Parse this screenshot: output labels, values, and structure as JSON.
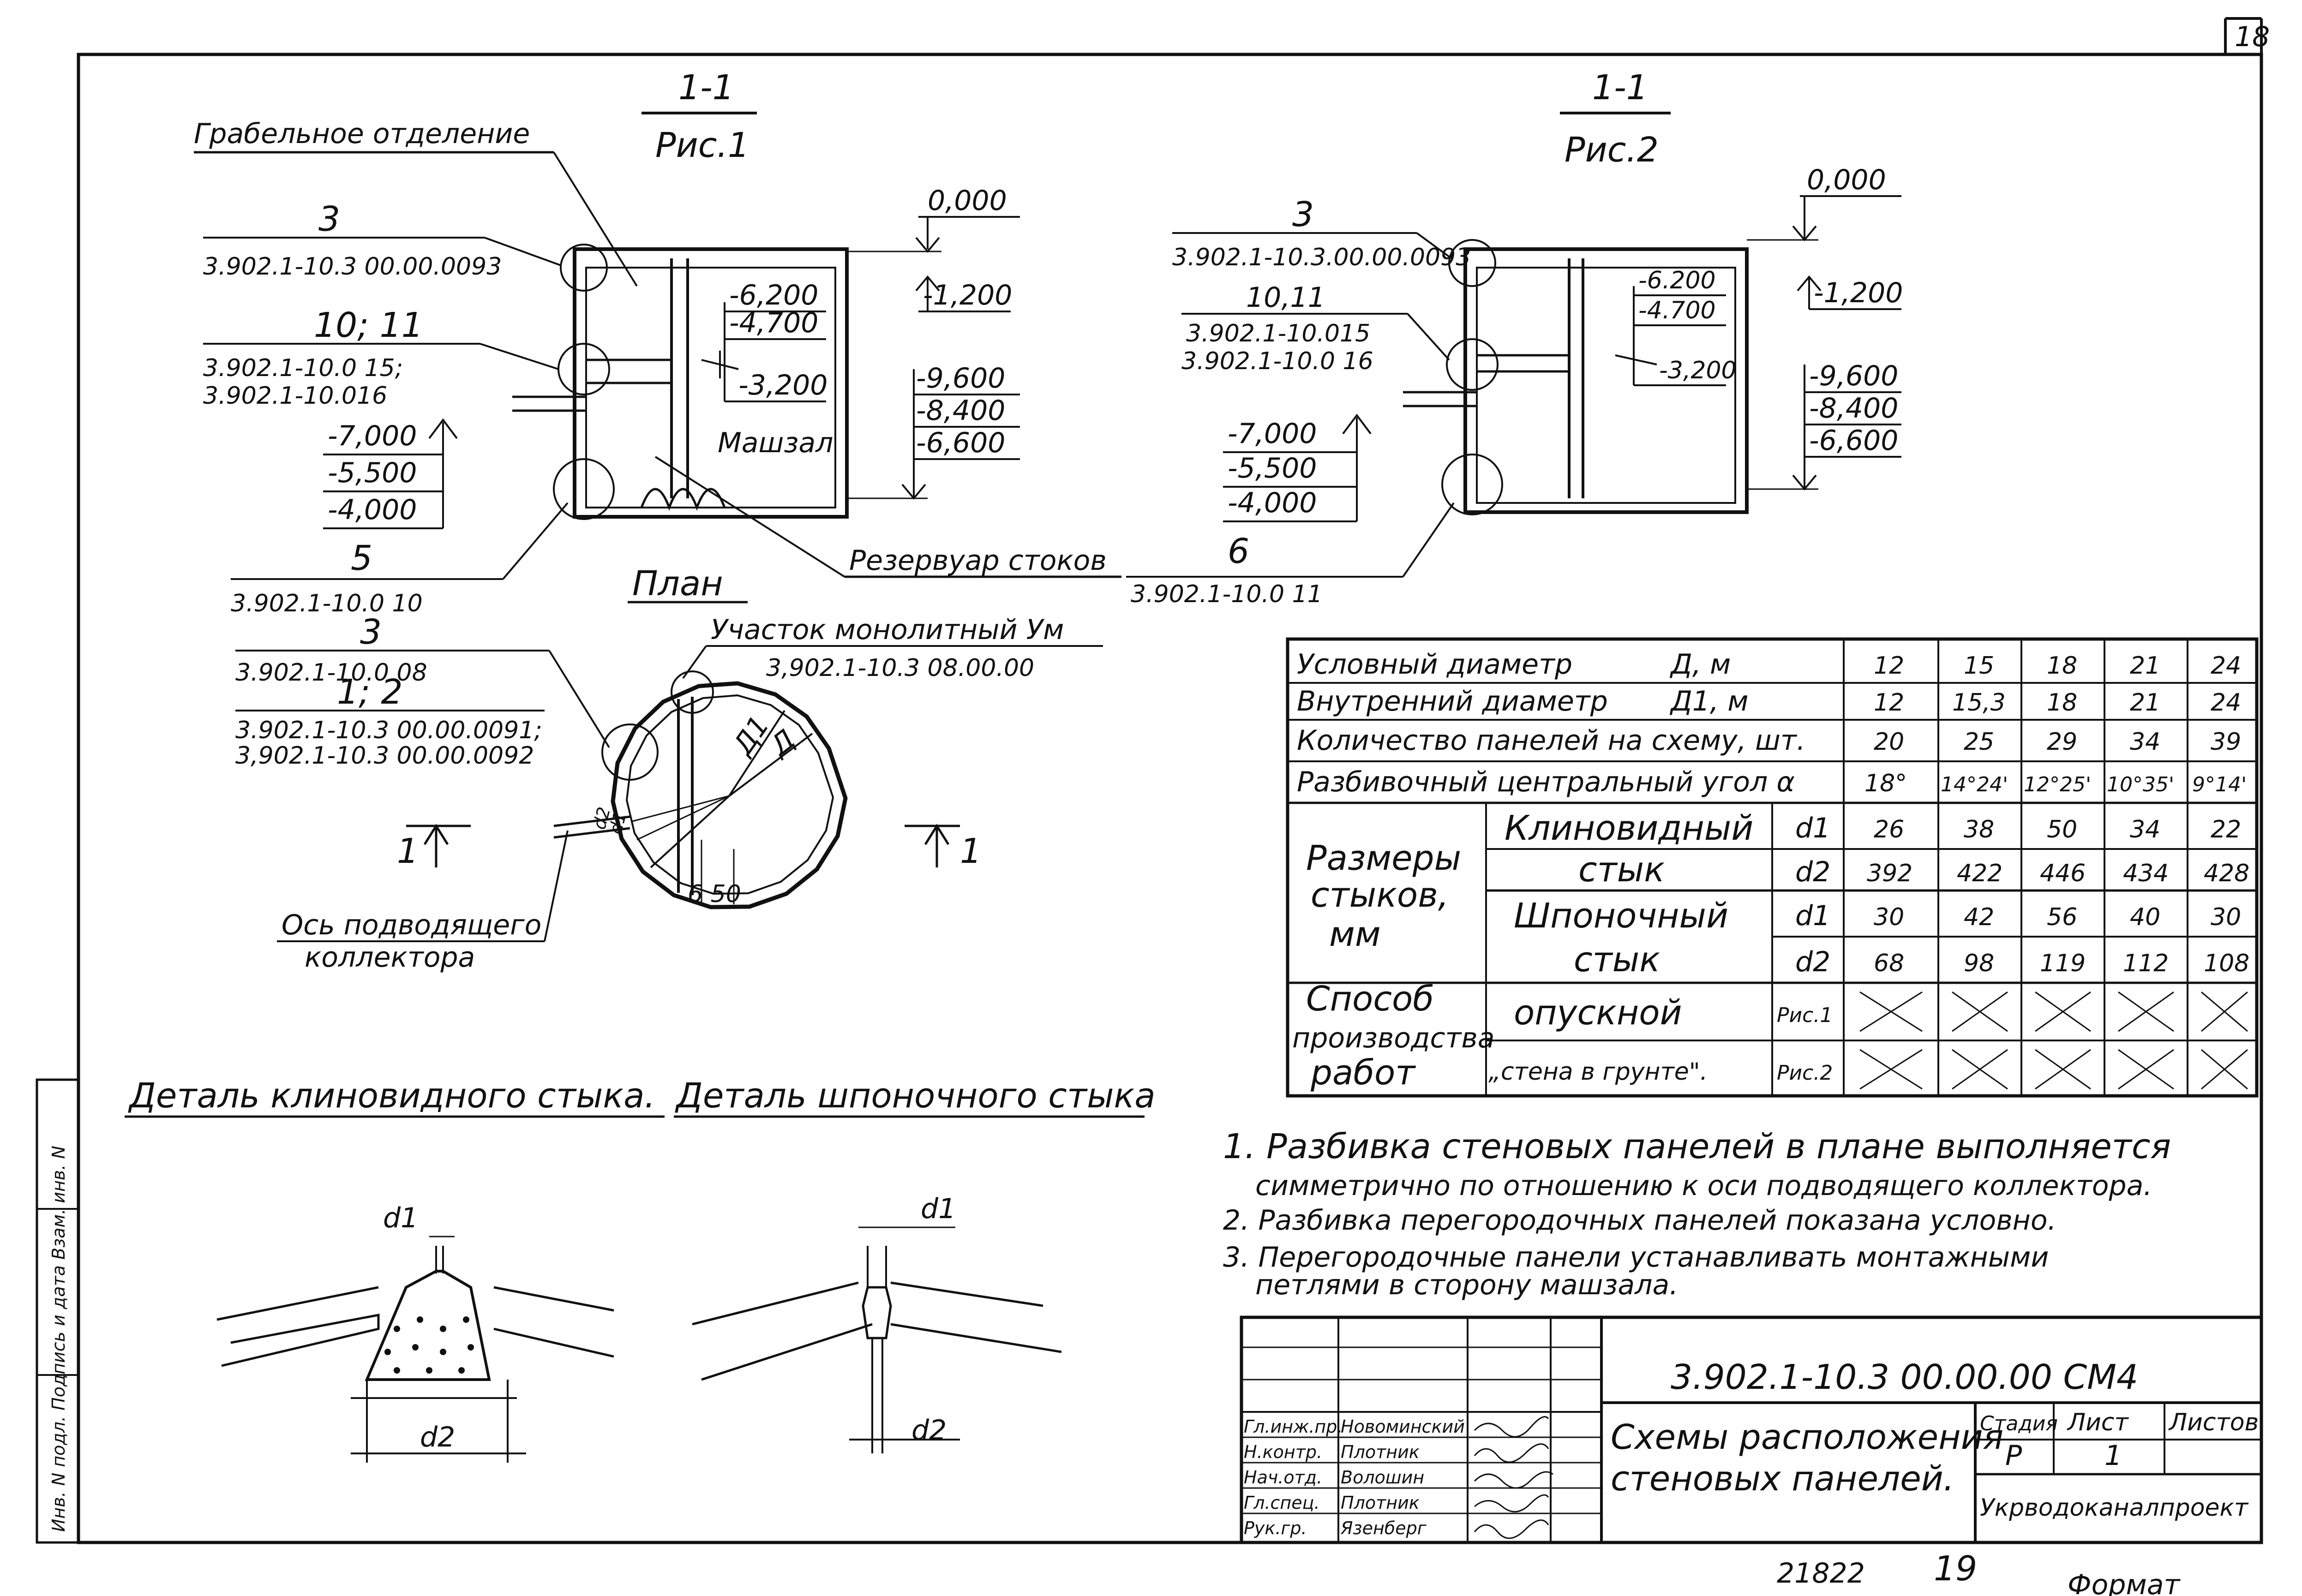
{
  "sheet": {
    "sheet_number": "18",
    "format_label": "Формат",
    "footer_number": "21822",
    "footer_page": "19",
    "side_stamp": "Инв. N подл. Подпись и дата Взам. инв. N"
  },
  "fig1": {
    "section_label": "1-1",
    "fig_label": "Рис.1",
    "label_grab": "Грабельное отделение",
    "label_mashzal": "Машзал",
    "label_reservoir": "Резервуар стоков",
    "c3_num": "3",
    "c3_code": "3.902.1-10.3 00.00.0093",
    "c10_num": "10; 11",
    "c10_code1": "3.902.1-10.0 15;",
    "c10_code2": "3.902.1-10.016",
    "c5_num": "5",
    "c5_code": "3.902.1-10.0 10",
    "elev_top": "0,000",
    "elev_1200": "-1,200",
    "e_6200": "-6,200",
    "e_4700": "-4,700",
    "e_3200": "-3,200",
    "e_9600": "-9,600",
    "e_8400": "-8,400",
    "e_6600": "-6,600",
    "e_7000": "-7,000",
    "e_5500": "-5,500",
    "e_4000": "-4,000"
  },
  "fig2": {
    "section_label": "1-1",
    "fig_label": "Рис.2",
    "c3_num": "3",
    "c3_code": "3.902.1-10.3.00.00.0093",
    "c10_num": "10,11",
    "c10_code1": "3.902.1-10.015",
    "c10_code2": "3.902.1-10.0 16",
    "c6_num": "6",
    "c6_code": "3.902.1-10.0 11",
    "elev_top": "0,000",
    "elev_1200": "-1,200",
    "e_6200": "-6.200",
    "e_4700": "-4.700",
    "e_3200": "-3,200",
    "e_9600": "-9,600",
    "e_8400": "-8,400",
    "e_6600": "-6,600",
    "e_7000": "-7,000",
    "e_5500": "-5,500",
    "e_4000": "-4,000"
  },
  "plan": {
    "title": "План",
    "monolith_label": "Участок монолитный Ум",
    "monolith_code": "3,902.1-10.3 08.00.00",
    "c3_num": "3",
    "c3_code": "3.902.1-10.0 08",
    "c12_num": "1; 2",
    "c12_code1": "3.902.1-10.3 00.00.0091;",
    "c12_code2": "3,902.1-10.3 00.00.0092",
    "section_mark": "1",
    "axis_label1": "Ось подводящего",
    "axis_label2": "коллектора",
    "dim_650": "6 50",
    "d_label": "Д",
    "d1_label": "Д1",
    "d_small": "d2",
    "d_small2": "d1"
  },
  "details": {
    "title_wedge": "Деталь клиновидного стыка.",
    "title_key": "Деталь шпоночного стыка",
    "d1": "d1",
    "d2": "d2"
  },
  "table": {
    "rows": [
      {
        "label": "Условный диаметр",
        "unit": "Д, м",
        "values": [
          "12",
          "15",
          "18",
          "21",
          "24"
        ]
      },
      {
        "label": "Внутренний диаметр",
        "unit": "Д1, м",
        "values": [
          "12",
          "15,3",
          "18",
          "21",
          "24"
        ]
      },
      {
        "label": "Количество панелей на схему, шт.",
        "unit": "",
        "values": [
          "20",
          "25",
          "29",
          "34",
          "39"
        ]
      },
      {
        "label": "Разбивочный центральный угол α",
        "unit": "",
        "values": [
          "18°",
          "14°24'",
          "12°25'",
          "10°35'",
          "9°14'"
        ]
      }
    ],
    "joint_group_label": [
      "Размеры",
      "стыков,",
      "мм"
    ],
    "wedge_label": [
      "Клиновидный",
      "стык"
    ],
    "key_label": [
      "Шпоночный",
      "стык"
    ],
    "wedge_d1": [
      "26",
      "38",
      "50",
      "34",
      "22"
    ],
    "wedge_d2": [
      "392",
      "422",
      "446",
      "434",
      "428"
    ],
    "key_d1": [
      "30",
      "42",
      "56",
      "40",
      "30"
    ],
    "key_d2": [
      "68",
      "98",
      "119",
      "112",
      "108"
    ],
    "d1_label": "d1",
    "d2_label": "d2",
    "method_label": [
      "Способ",
      "производства",
      "работ"
    ],
    "method_open": "опускной",
    "method_wall": "„стена в грунте\".",
    "fig1_ref": "Рис.1",
    "fig2_ref": "Рис.2"
  },
  "notes": [
    "1. Разбивка стеновых панелей в плане выполняется",
    "симметрично по отношению к оси подводящего коллектора.",
    "2. Разбивка перегородочных панелей показана условно.",
    "3. Перегородочные панели устанавливать монтажными",
    "петлями в сторону машзала."
  ],
  "stamp": {
    "code": "3.902.1-10.3   00.00.00 СМ4",
    "title1": "Схемы расположения",
    "title2": "стеновых панелей.",
    "stage_label": "Стадия",
    "sheet_label": "Лист",
    "sheets_label": "Листов",
    "stage": "Р",
    "sheet": "1",
    "org": "Укрводоканалпроект",
    "roles": [
      "Гл.инж.пр.",
      "Н.контр.",
      "Нач.отд.",
      "Гл.спец.",
      "Рук.гр."
    ],
    "names": [
      "Новоминский",
      "Плотник",
      "Волошин",
      "Плотник",
      "Язенберг"
    ]
  }
}
